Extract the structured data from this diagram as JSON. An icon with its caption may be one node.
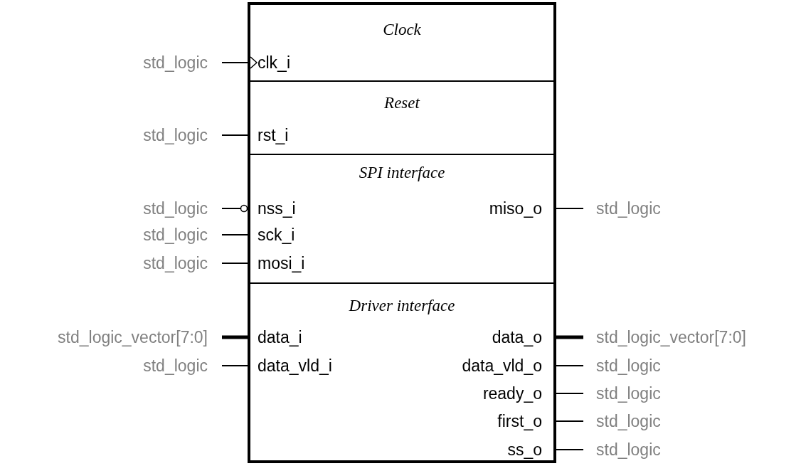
{
  "diagram": {
    "nodes": [
      {
        "text": [],
        "shape": "box"
      },
      {
        "text": [
          "Clock",
          "clk_i"
        ],
        "in": 0
      },
      {
        "text": [
          "Reset",
          "rst_i"
        ],
        "in": 0
      },
      {
        "text": [
          "SPI interface",
          "nss_i",
          "miso_o",
          "sck_i",
          "mosi_i"
        ],
        "in": 0
      },
      {
        "text": [
          "Driver interface",
          "data_i",
          "data_o",
          "data_vld_i",
          "data_vld_o",
          "ready_o",
          "first_o",
          "ss_o"
        ],
        "in": 0
      }
    ],
    "edges": [],
    "labels": [
      "std_logic",
      "std_logic",
      "std_logic",
      "std_logic",
      "std_logic",
      "std_logic",
      "std_logic_vector[7:0]",
      "std_logic_vector[7:0]",
      "std_logic",
      "std_logic",
      "std_logic",
      "std_logic",
      "std_logic"
    ]
  }
}
